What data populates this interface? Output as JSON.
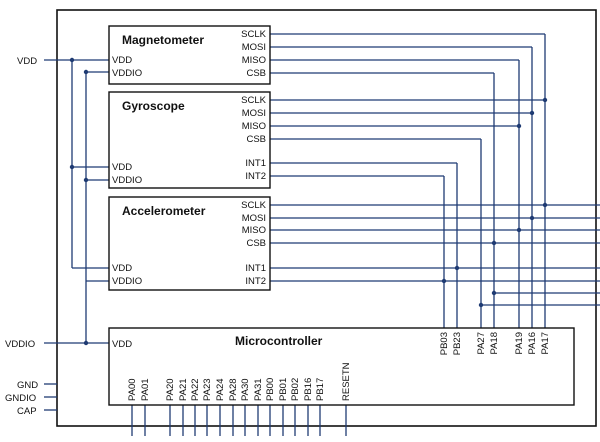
{
  "colors": {
    "outline": "#111111",
    "wire": "#1f3b73",
    "background": "#ffffff"
  },
  "external": {
    "vdd": "VDD",
    "vddio": "VDDIO",
    "gnd": "GND",
    "gndio": "GNDIO",
    "cap": "CAP"
  },
  "magnetometer": {
    "title": "Magnetometer",
    "left": [
      "VDD",
      "VDDIO"
    ],
    "right": [
      "SCLK",
      "MOSI",
      "MISO",
      "CSB"
    ]
  },
  "gyroscope": {
    "title": "Gyroscope",
    "left": [
      "VDD",
      "VDDIO"
    ],
    "right": [
      "SCLK",
      "MOSI",
      "MISO",
      "CSB",
      "INT1",
      "INT2"
    ]
  },
  "accelerometer": {
    "title": "Accelerometer",
    "left": [
      "VDD",
      "VDDIO"
    ],
    "right": [
      "SCLK",
      "MOSI",
      "MISO",
      "CSB",
      "INT1",
      "INT2"
    ]
  },
  "microcontroller": {
    "title": "Microcontroller",
    "left": [
      "VDD"
    ],
    "top_pins": [
      "PB03",
      "PB23",
      "PA27",
      "PA18",
      "PA19",
      "PA16",
      "PA17"
    ],
    "bottom_pins": [
      "PA00",
      "PA01",
      "PA20",
      "PA21",
      "PA22",
      "PA23",
      "PA24",
      "PA28",
      "PA30",
      "PA31",
      "PB00",
      "PB01",
      "PB02",
      "PB16",
      "PB17",
      "RESETN"
    ]
  }
}
